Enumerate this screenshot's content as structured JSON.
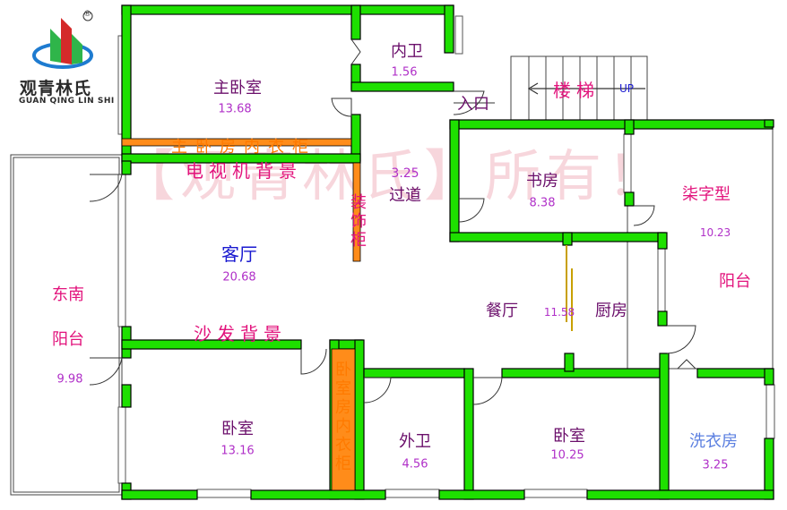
{
  "logo": {
    "name": "观青林氏",
    "pinyin": "GUAN QING LIN SHI",
    "registered": "®"
  },
  "watermark": "【观青林氏】所有！",
  "rooms": [
    {
      "id": "master-bedroom",
      "name": "主卧室",
      "area": "13.68"
    },
    {
      "id": "inner-bath",
      "name": "内卫",
      "area": "1.56"
    },
    {
      "id": "corridor",
      "name": "过道",
      "area": "3.25"
    },
    {
      "id": "study",
      "name": "书房",
      "area": "8.38"
    },
    {
      "id": "living-room",
      "name": "客厅",
      "area": "20.68"
    },
    {
      "id": "dining",
      "name": "餐厅",
      "area": "11.58"
    },
    {
      "id": "kitchen",
      "name": "厨房",
      "area": ""
    },
    {
      "id": "balcony-east",
      "name": "柒字型",
      "area": "10.23",
      "extra": "阳台"
    },
    {
      "id": "balcony-se",
      "name": "东南",
      "area": "9.98",
      "extra": "阳台"
    },
    {
      "id": "bedroom-a",
      "name": "卧室",
      "area": "13.16"
    },
    {
      "id": "outer-bath",
      "name": "外卫",
      "area": "4.56"
    },
    {
      "id": "bedroom-b",
      "name": "卧室",
      "area": "10.25"
    },
    {
      "id": "laundry",
      "name": "洗衣房",
      "area": "3.25"
    }
  ],
  "annotations": {
    "master_closet": "主卧房内衣柜",
    "tv_wall": "电视机背景",
    "sofa_wall": "沙发背景",
    "deco_cabinet": "装饰柜",
    "bedroom_closet": "卧室房内衣柜",
    "entrance": "入口",
    "stairs": "楼梯",
    "up": "UP"
  },
  "colors": {
    "wall": "#1ee000",
    "wall_outline": "#000000",
    "closet": "#ff8c1a",
    "room_name": "#6b0f6b",
    "area_text": "#b030c8",
    "pink_text": "#e2137c",
    "blue_text": "#1a1ad0",
    "laundry_text": "#5b7fe0",
    "watermark": "#f2b5c0"
  }
}
